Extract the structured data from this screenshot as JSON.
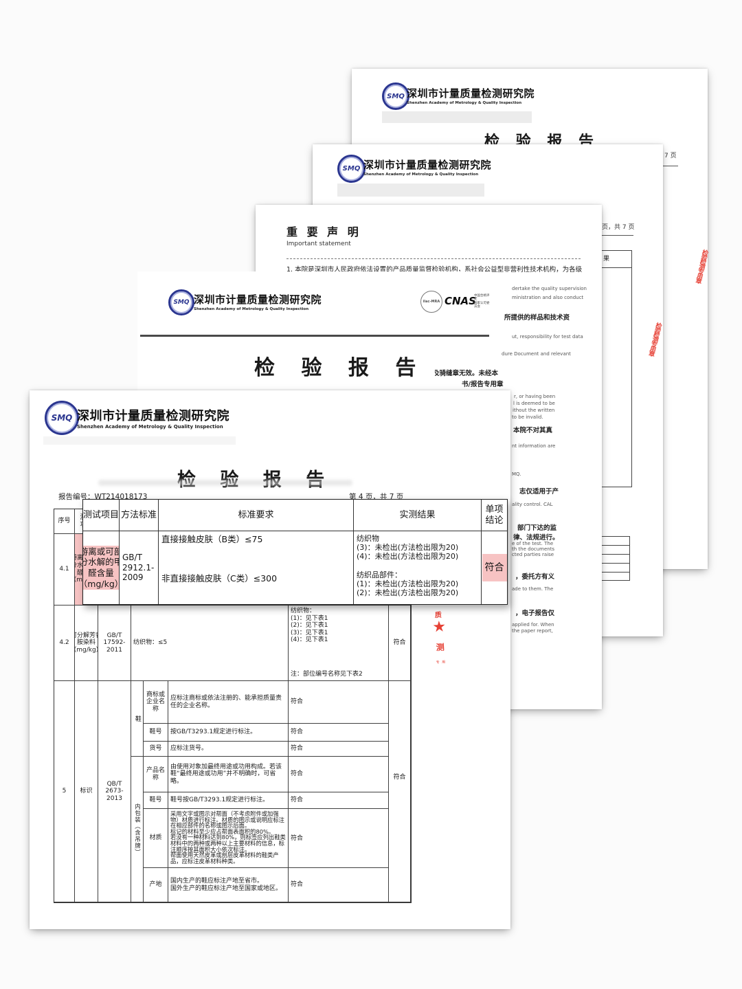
{
  "org": {
    "logo_text": "SMQ",
    "name_cn": "深圳市计量质量检测研究院",
    "name_en": "Shenzhen Academy of Metrology & Quality Inspection"
  },
  "report_title": "检 验 报 告",
  "page1": {
    "page_fragment": "7 页"
  },
  "page2": {
    "page_fragment": "页，共 7 页",
    "table_header_fragment": "果"
  },
  "statement": {
    "title": "重 要 声 明",
    "subtitle": "Important statement",
    "para1": "1. 本院是深圳市人民政府依法设置的产品质量监督检验机构，系社会公益型非营利性技术机构，为各级",
    "fragments": [
      {
        "text": "dertake the quality supervision",
        "lang": "en"
      },
      {
        "text": "ministration and also conduct",
        "lang": "en"
      },
      {
        "text": "所提供的样品和技术资",
        "lang": "cn"
      },
      {
        "text": "ut, responsibility for test data",
        "lang": "en"
      },
      {
        "text": "dure Document and relevant",
        "lang": "en"
      },
      {
        "text": "及骑缝章无效。未经本",
        "lang": "cn"
      },
      {
        "text": "书/报告专用章",
        "lang": "cn"
      },
      {
        "text": "r, or having been",
        "lang": "en"
      },
      {
        "text": "l is deemed to be",
        "lang": "en"
      },
      {
        "text": "ithout the written",
        "lang": "en"
      },
      {
        "text": "to be invalid.",
        "lang": "en"
      },
      {
        "text": "本院不对其真",
        "lang": "cn"
      },
      {
        "text": "nt information are",
        "lang": "en"
      },
      {
        "text": "MQ.",
        "lang": "en"
      },
      {
        "text": "志仅适用于产",
        "lang": "cn"
      },
      {
        "text": "ality control. CAL",
        "lang": "en"
      },
      {
        "text": "部门下达的监",
        "lang": "cn"
      },
      {
        "text": "律、法规进行。",
        "lang": "cn"
      },
      {
        "text": "e of the test. The",
        "lang": "en"
      },
      {
        "text": "th the documents",
        "lang": "en"
      },
      {
        "text": "cted parties raise",
        "lang": "en"
      },
      {
        "text": "，委托方有义",
        "lang": "cn"
      },
      {
        "text": "ade to them. The",
        "lang": "en"
      },
      {
        "text": "，电子报告仅",
        "lang": "cn"
      },
      {
        "text": "applied for. When",
        "lang": "en"
      },
      {
        "text": "the paper report,",
        "lang": "en"
      }
    ]
  },
  "accreditation": {
    "ilac_label": "ilac-MRA",
    "cnas_label": "CNAS",
    "cnas_side_text": "中国合格评定\n国家认可委员会"
  },
  "front": {
    "report_no_label": "报告编号：",
    "report_no": "WT214018173",
    "page_info": "第 4 页，共 7 页",
    "table": {
      "h_no": "序号",
      "h_item": "测试\n项目",
      "h_method": "方法标准",
      "h_req": "标准要求",
      "h_res": "实测结果",
      "h_concl": "单项\n结论",
      "r41": {
        "no": "4.1",
        "item": "游离或可部分水解的甲醛含量（mg/kg）",
        "method": "GB/T\n2912.1-\n2009"
      },
      "r42": {
        "no": "4.2",
        "item": "可分解芳香胺染料（mg/kg）",
        "method": "GB/T\n17592-\n2011",
        "req": "纺织物：≤5",
        "res": "纺织物：\n(1)：见下表1\n(2)：见下表1\n(3)：见下表1\n(4)：见下表1",
        "note": "注：部位编号名称见下表2",
        "concl": "符合"
      },
      "r5": {
        "no": "5",
        "item": "标识",
        "method": "QB/T\n2673-\n2013",
        "concl": "符合",
        "group1": "鞋",
        "group2": "内包装（含吊牌）",
        "subrows": [
          {
            "name": "商标或企业名称",
            "req": "应标注商标或依法注册的、能承担质量责任的企业名称。",
            "res": "符合"
          },
          {
            "name": "鞋号",
            "req": "按GB/T3293.1规定进行标注。",
            "res": "符合"
          },
          {
            "name": "货号",
            "req": "应标注货号。",
            "res": "符合"
          },
          {
            "name": "产品名称",
            "req": "由使用对象加最终用途或功用构成。若该鞋“最终用途或功用”并不明确时，可省略。",
            "res": "符合"
          },
          {
            "name": "鞋号",
            "req": "鞋号按GB/T3293.1规定进行标注。",
            "res": "符合"
          },
          {
            "name": "材质",
            "req": "采用文字或图示对帮面（不考虑附件或加强物）材质进行标注。材质的图示或说明应标注在相应部件的名称或图示后面。\n标记的材料至少应占帮面表面积的80%。\n若没有一种材料达到80%，则标签应列出鞋类材料中的两种或两种以上主要材料的信息，标注顺序按其面积大小依次标注。\n帮面使用天然皮革或剖层皮革材料的鞋类产品，应标注皮革材料种类。",
            "res": "符合"
          },
          {
            "name": "产地",
            "req": "国内生产的鞋应标注产地至省市。\n国外生产的鞋应标注产地至国家或地区。",
            "res": "符合"
          }
        ]
      }
    },
    "overlay": {
      "h_item": "测试项目",
      "h_method": "方法标准",
      "h_req": "标准要求",
      "h_res": "实测结果",
      "h_concl": "单项\n结论",
      "item": "游离或可部分水解的甲醛含量（mg/kg）",
      "method": "GB/T\n2912.1-\n2009",
      "req1": "直接接触皮肤（B类）≤75",
      "req2": "非直接接触皮肤（C类）≤300",
      "res": "纺织物\n  (3)：未检出(方法检出限为20)\n  (4)：未检出(方法检出限为20)\n\n纺织品部件：\n  (1)：未检出(方法检出限为20)\n  (2)：未检出(方法检出限为20)",
      "concl": "符合"
    }
  },
  "stamps": {
    "seam_top": "质",
    "seam_star": "★",
    "seam_mid": "测",
    "seam_small": "专 用",
    "side1": "检验检测专用章",
    "side2": "检验检测专用章"
  },
  "colors": {
    "stamp_red": "#e5372b",
    "highlight_pink": "#f7c3c3",
    "logo_navy": "#2b3690"
  }
}
